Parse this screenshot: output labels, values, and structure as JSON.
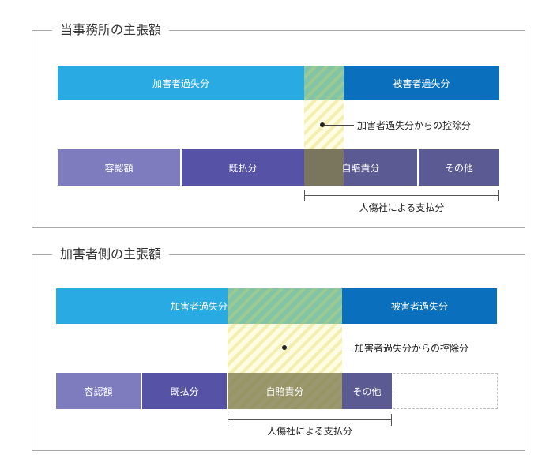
{
  "panel1": {
    "title": "当事務所の主張額",
    "top_bar": {
      "left": "加害者過失分",
      "right": "被害者過失分"
    },
    "callout": "加害者過失分からの控除分",
    "bottom_bar": {
      "seg1": "容認額",
      "seg2": "既払分",
      "seg3": "自賠責分",
      "seg4": "その他"
    },
    "bracket_label": "人傷社による支払分"
  },
  "panel2": {
    "title": "加害者側の主張額",
    "top_bar": {
      "left": "加害者過失分",
      "right": "被害者過失分"
    },
    "callout": "加害者過失分からの控除分",
    "bottom_bar": {
      "seg1": "容認額",
      "seg2": "既払分",
      "seg3": "自賠責分",
      "seg4": "その他"
    },
    "bracket_label": "人傷社による支払分"
  },
  "colors": {
    "victim_light_blue": "#29aae2",
    "victim_dark_blue": "#0a6fbd",
    "approved": "#7e7cbf",
    "paid": "#5652a6",
    "other": "#5b5a93",
    "hatch_yellow": "#fff9c4",
    "frame": "#a9a9a9"
  }
}
